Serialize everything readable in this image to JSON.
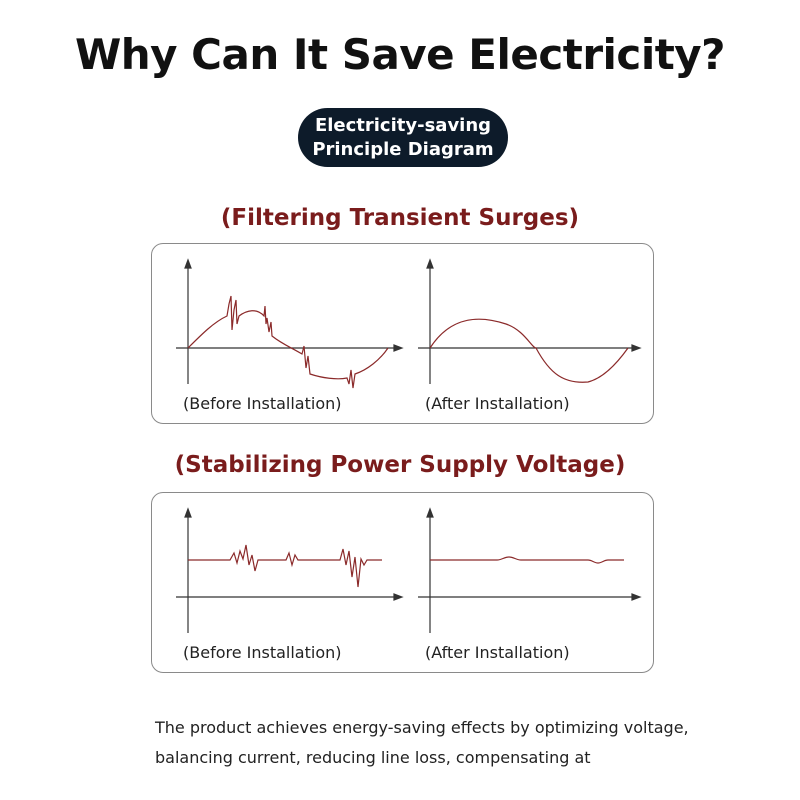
{
  "header": {
    "title": "Why Can It Save Electricity?"
  },
  "badge": {
    "line1": "Electricity-saving",
    "line2": "Principle Diagram"
  },
  "section1": {
    "title": "(Filtering Transient Surges)",
    "before_caption": "(Before Installation)",
    "after_caption": "(After Installation)"
  },
  "section2": {
    "title": "(Stabilizing Power Supply Voltage)",
    "before_caption": "(Before Installation)",
    "after_caption": "(After Installation)"
  },
  "description": {
    "line1": "The product achieves energy-saving effects by optimizing voltage,",
    "line2": "balancing current, reducing line loss, compensating at"
  },
  "colors": {
    "wave": "#8b2a2a",
    "axis": "#333333",
    "badge_bg": "#0d1b2a",
    "section_title": "#7a1c1c"
  }
}
